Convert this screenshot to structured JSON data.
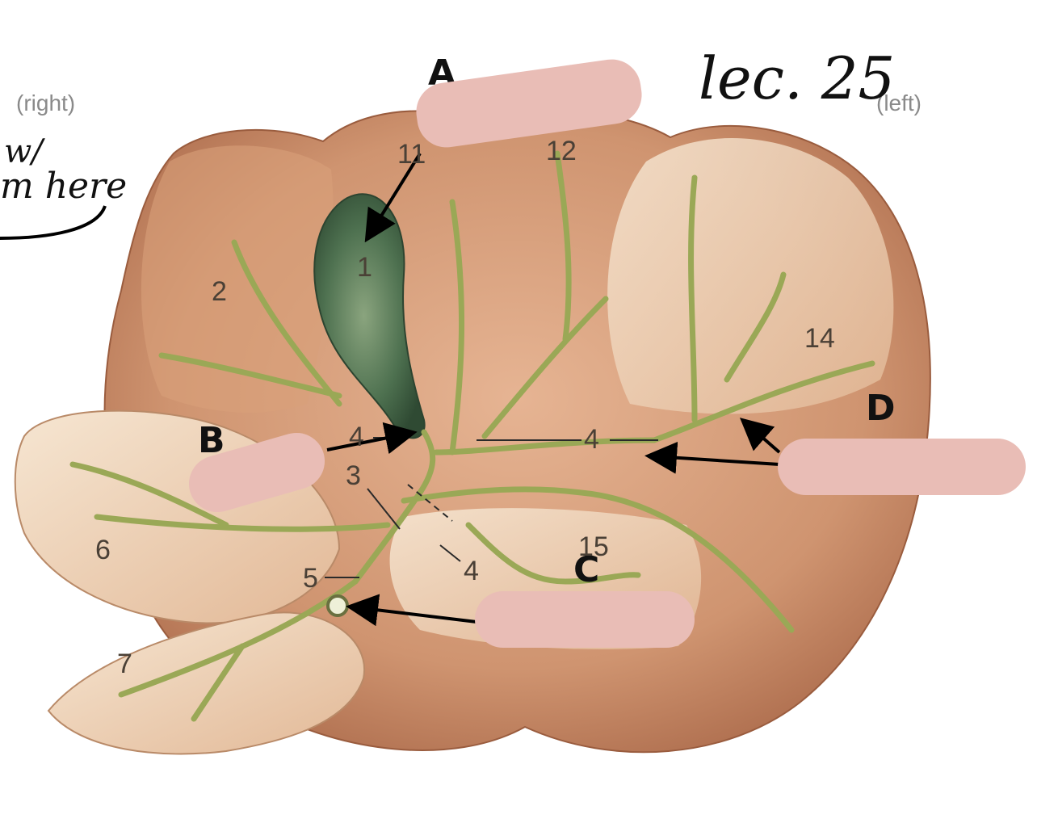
{
  "orientation": {
    "right": "(right)",
    "left": "(left)"
  },
  "handwritten": {
    "title": "lec. 25",
    "note_line1": "w/",
    "note_line2": "m here"
  },
  "letters": {
    "A": "A",
    "B": "B",
    "C": "C",
    "D": "D"
  },
  "numbers": {
    "n1": "1",
    "n2": "2",
    "n3": "3",
    "n4a": "4",
    "n4b": "4",
    "n4c": "4",
    "n5": "5",
    "n6": "6",
    "n7": "7",
    "n11": "11",
    "n12": "12",
    "n14": "14",
    "n15": "15"
  },
  "colors": {
    "liver": "#c98a63",
    "liver_light": "#efd3b8",
    "gallbladder": "#4e7150",
    "duct": "#b8c16a",
    "blank_box": "#e9bdb6",
    "arrow": "#000000"
  }
}
